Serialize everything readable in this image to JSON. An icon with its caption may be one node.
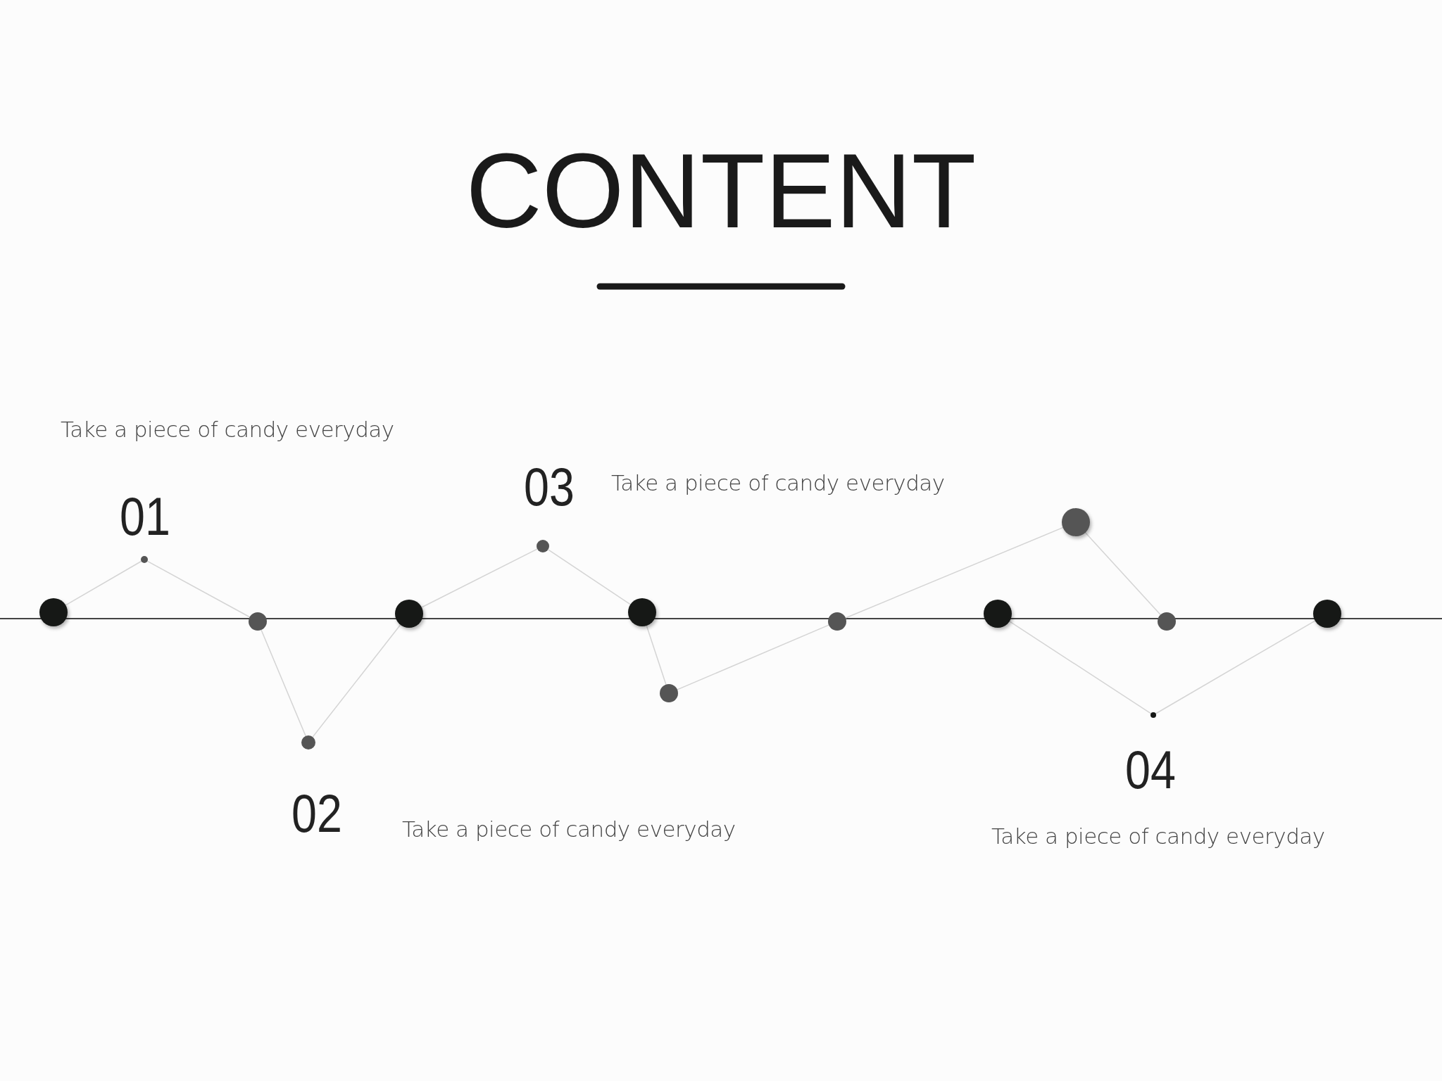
{
  "diagram": {
    "title": "CONTENT",
    "nodes": [
      {
        "text": [],
        "shape": "circle"
      },
      {
        "text": [],
        "shape": "circle"
      },
      {
        "text": [],
        "shape": "circle"
      },
      {
        "text": [],
        "shape": "circle"
      },
      {
        "text": [],
        "shape": "circle"
      },
      {
        "text": [],
        "shape": "circle"
      },
      {
        "text": [],
        "shape": "circle"
      },
      {
        "text": [],
        "shape": "circle"
      },
      {
        "text": [],
        "shape": "circle"
      },
      {
        "text": [],
        "shape": "circle"
      },
      {
        "text": [],
        "shape": "circle"
      },
      {
        "text": [],
        "shape": "circle"
      },
      {
        "text": [],
        "shape": "circle"
      },
      {
        "text": [],
        "shape": "circle"
      }
    ],
    "edges": [
      {
        "from": 0,
        "to": 1,
        "arrow": "none"
      },
      {
        "from": 1,
        "to": 2,
        "arrow": "none"
      },
      {
        "from": 2,
        "to": 3,
        "arrow": "none"
      },
      {
        "from": 3,
        "to": 4,
        "arrow": "none"
      },
      {
        "from": 4,
        "to": 5,
        "arrow": "none"
      },
      {
        "from": 5,
        "to": 6,
        "arrow": "none"
      },
      {
        "from": 6,
        "to": 7,
        "arrow": "none"
      },
      {
        "from": 7,
        "to": 8,
        "arrow": "none"
      },
      {
        "from": 8,
        "to": 10,
        "arrow": "none"
      },
      {
        "from": 10,
        "to": 11,
        "arrow": "none"
      },
      {
        "from": 9,
        "to": 12,
        "arrow": "none"
      },
      {
        "from": 12,
        "to": 13,
        "arrow": "none"
      }
    ],
    "labels": [
      "Take a piece of candy everyday",
      "03",
      "Take a piece of candy everyday",
      "01",
      "04",
      "02",
      "Take a piece of candy everyday",
      "Take a piece of candy everyday"
    ]
  }
}
